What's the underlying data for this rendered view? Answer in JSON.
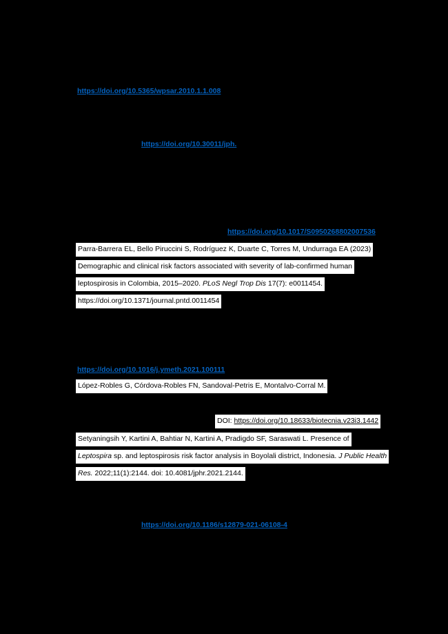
{
  "page": {
    "background": "#000000",
    "highlight_color": "#ffffff",
    "text_color": "#000000",
    "link_color": "#0563c1"
  },
  "links": {
    "link1": "https://doi.org/10.5365/wpsar.2010.1.1.008",
    "link2": "https://doi.org/10.30011/jph.",
    "link3": "https://doi.org/10.1017/S0950268802007536",
    "link4": "https://doi.org/10.1016/j.ymeth.2021.100111",
    "link5": "https://doi.org/10.1186/s12879-021-06108-4"
  },
  "references": {
    "parra": {
      "line1": "Parra-Barrera EL, Bello Piruccini S, Rodríguez K, Duarte C, Torres M, Undurraga EA (2023)",
      "line2": "Demographic and clinical risk factors associated with severity of lab-confirmed human",
      "line3_pre": "leptospirosis in Colombia, 2015–2020. ",
      "line3_journal": "PLoS Negl Trop Dis",
      "line3_post": " 17(7): e0011454.",
      "line4": "https://doi.org/10.1371/journal.pntd.0011454"
    },
    "lopez": {
      "line1": "López-Robles G, Córdova-Robles FN, Sandoval-Petris E, Montalvo-Corral M."
    },
    "biotecnia": {
      "label": "DOI: ",
      "link": "https://doi.org/10.18633/biotecnia.v23i3.1442"
    },
    "setyaningsih": {
      "line1": "Setyaningsih Y, Kartini A, Bahtiar N, Kartini A, Pradigdo SF, Saraswati L. Presence of",
      "line2_italic1": "Leptospira",
      "line2_mid": " sp. and leptospirosis risk factor analysis in Boyolali district, Indonesia. ",
      "line2_italic2": "J Public Health",
      "line3_italic": "Res.",
      "line3_rest": " 2022;11(1):2144. doi: 10.4081/jphr.2021.2144."
    }
  }
}
